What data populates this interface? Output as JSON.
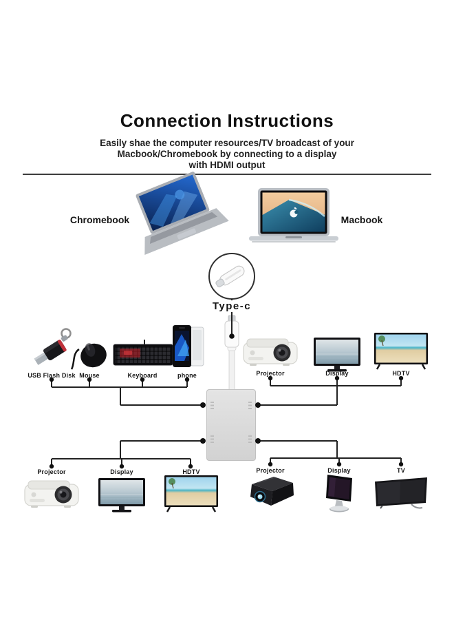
{
  "header": {
    "title": "Connection Instructions",
    "subtitle_line1": "Easily shae the computer resources/TV broadcast of your",
    "subtitle_line2": "Macbook/Chromebook by connecting to a display",
    "subtitle_line3": "with HDMI output"
  },
  "computers": {
    "chromebook_label": "Chromebook",
    "macbook_label": "Macbook"
  },
  "adapter": {
    "connector_label": "Type-c",
    "hub_icon": "usb-c-hub",
    "plug_icon": "usb-c-plug"
  },
  "device_groups": {
    "top_left": {
      "items": [
        {
          "label": "USB Flash Disk",
          "icon": "usb-flash-disk-icon"
        },
        {
          "label": "Mouse",
          "icon": "mouse-icon"
        },
        {
          "label": "Keyboard",
          "icon": "keyboard-icon"
        },
        {
          "label": "phone",
          "icon": "phone-icon"
        }
      ]
    },
    "top_right": {
      "items": [
        {
          "label": "Projector",
          "icon": "projector-icon"
        },
        {
          "label": "Display",
          "icon": "display-icon"
        },
        {
          "label": "HDTV",
          "icon": "hdtv-icon"
        }
      ]
    },
    "bottom_left": {
      "items": [
        {
          "label": "Projector",
          "icon": "projector-icon"
        },
        {
          "label": "Display",
          "icon": "display-icon"
        },
        {
          "label": "HDTV",
          "icon": "hdtv-icon"
        }
      ]
    },
    "bottom_right": {
      "items": [
        {
          "label": "Projector",
          "icon": "projector-black-icon"
        },
        {
          "label": "Display",
          "icon": "display-dark-icon"
        },
        {
          "label": "TV",
          "icon": "tv-dark-icon"
        }
      ]
    }
  },
  "colors": {
    "background": "#ffffff",
    "text": "#161616",
    "line": "#222222",
    "hub_body": "#d9d9d9"
  }
}
